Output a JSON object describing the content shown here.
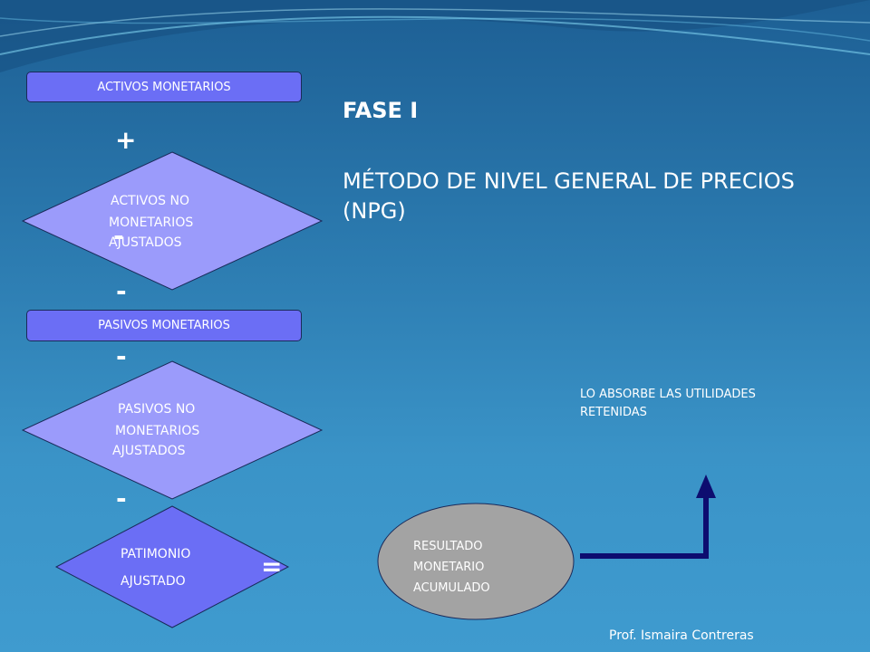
{
  "slide": {
    "title": "FASE I",
    "subtitle": "MÉTODO DE NIVEL GENERAL DE PRECIOS (NPG)",
    "footer": "Prof. Ismaira Contreras"
  },
  "diagram": {
    "activos_monetarios": "ACTIVOS MONETARIOS",
    "activos_no_monetarios": [
      "ACTIVOS NO",
      "MONETARIOS",
      "AJUSTADOS"
    ],
    "pasivos_monetarios": "PASIVOS MONETARIOS",
    "pasivos_no_monetarios": [
      "PASIVOS NO",
      "MONETARIOS",
      "AJUSTADOS"
    ],
    "patrimonio": [
      "PATIMONIO",
      "AJUSTADO"
    ],
    "resultado": [
      "RESULTADO",
      "MONETARIO",
      "ACUMULADO"
    ],
    "note": "LO ABSORBE LAS UTILIDADES RETENIDAS",
    "operators": {
      "plus": "+",
      "minus_1": "-",
      "minus_2": "-",
      "minus_3": "-",
      "minus_4": "-",
      "equals": "="
    }
  },
  "colors": {
    "box_blue": "#6b6ef5",
    "diamond_light": "#9b9bfb",
    "diamond_dark": "#6b6ef5",
    "ellipse_gray": "#a3a3a3",
    "arrow_navy": "#0d0d70"
  }
}
